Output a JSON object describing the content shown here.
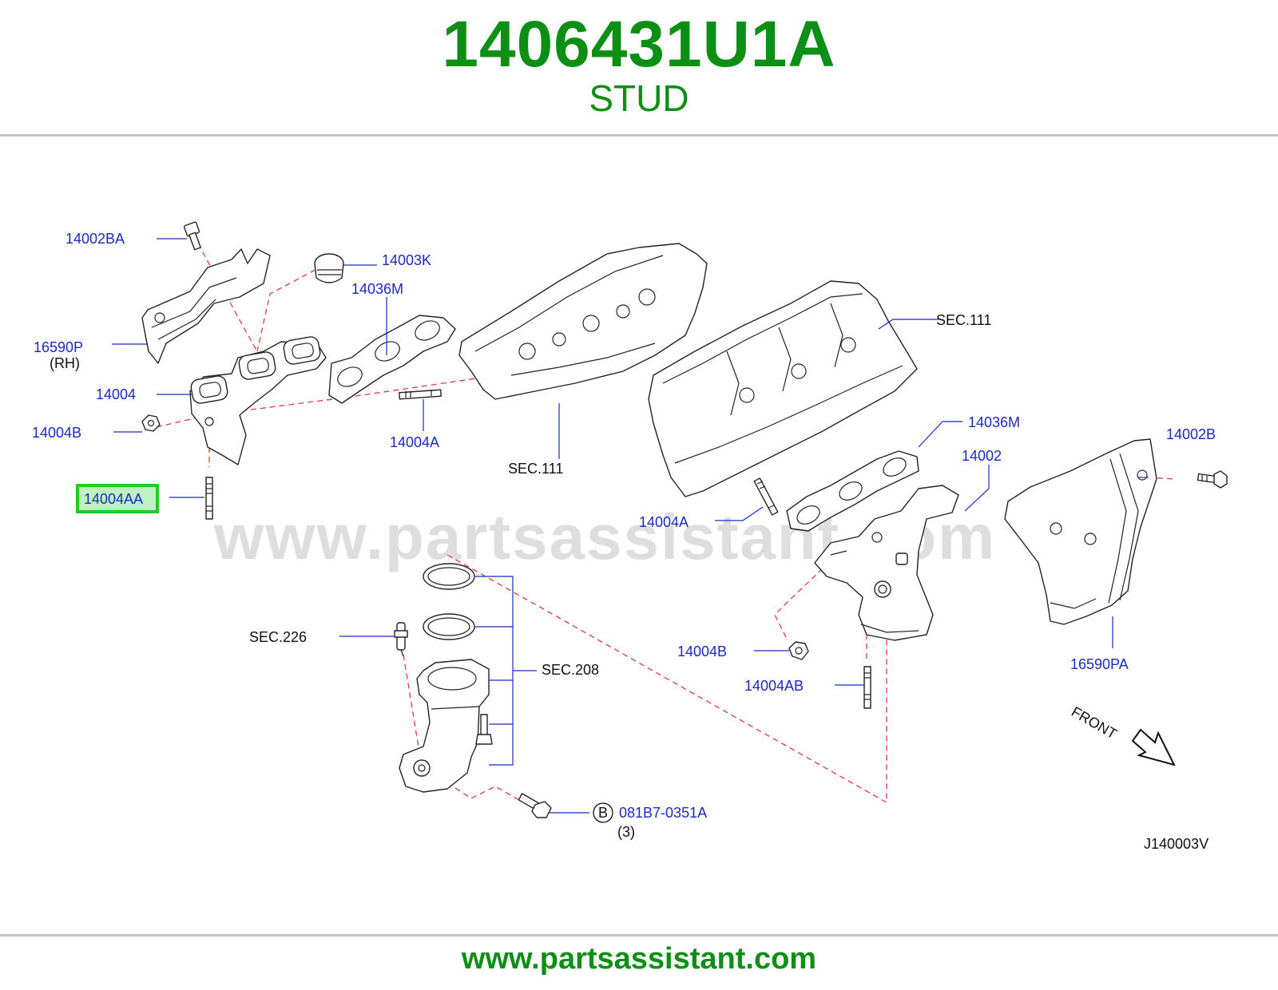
{
  "header": {
    "part_number": "1406431U1A",
    "part_name": "STUD"
  },
  "diagram": {
    "watermark": "www.partsassistant.com",
    "diagram_code": "J140003V",
    "front_label": "FRONT",
    "callouts": {
      "c14002BA": "14002BA",
      "c14003K": "14003K",
      "c14036M_left": "14036M",
      "c16590P": "16590P",
      "c16590P_side": "(RH)",
      "c14004": "14004",
      "c14004B_left": "14004B",
      "c14004A_left": "14004A",
      "c14004AA": "14004AA",
      "sec111_left": "SEC.111",
      "sec111_right": "SEC.111",
      "c14036M_right": "14036M",
      "c14002": "14002",
      "c14002B": "14002B",
      "c14004A_right": "14004A",
      "sec226": "SEC.226",
      "sec208": "SEC.208",
      "c14004B_right": "14004B",
      "c14004AB": "14004AB",
      "c16590PA": "16590PA",
      "bolt_circle": "B",
      "bolt_part": "081B7-0351A",
      "bolt_qty": "(3)"
    },
    "highlighted_part": "14004AA",
    "highlight_color": "#22cc22"
  },
  "footer": {
    "url": "www.partsassistant.com"
  },
  "colors": {
    "brand_green": "#0c8f14",
    "callout_blue": "#1d2ac0",
    "leader_red": "#e23a3a"
  }
}
